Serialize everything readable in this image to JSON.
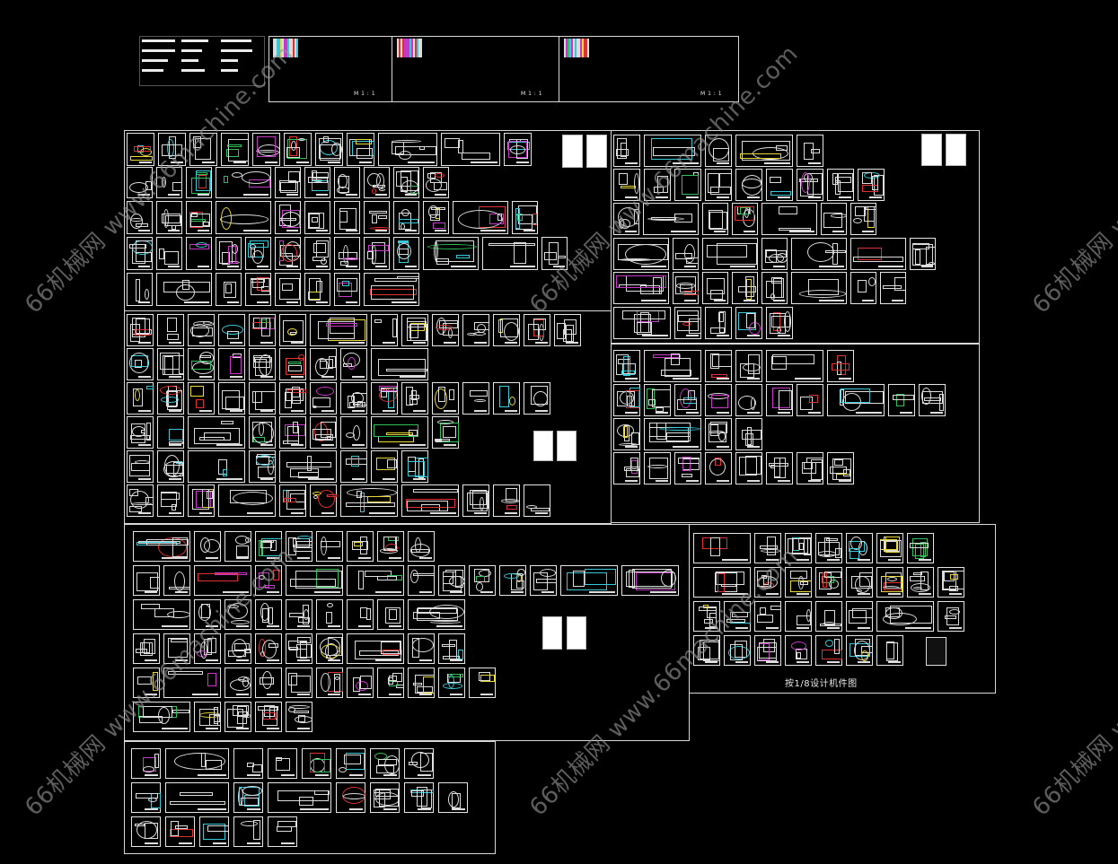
{
  "viewport": {
    "background": "#000000",
    "line_color": "#e6e6e6"
  },
  "drawing": {
    "caption": "按1/8设计机件图",
    "sheet_scale_labels": [
      "M 1 : 1",
      "M 1 : 1",
      "M 1 : 1"
    ]
  },
  "watermark": {
    "text": "66机械网 www.66machine.com"
  },
  "palette": {
    "accent_red": "#e03030",
    "accent_green": "#2fc05a",
    "accent_yellow": "#e8d838",
    "accent_magenta": "#c838c8",
    "accent_cyan": "#38c8d8"
  }
}
